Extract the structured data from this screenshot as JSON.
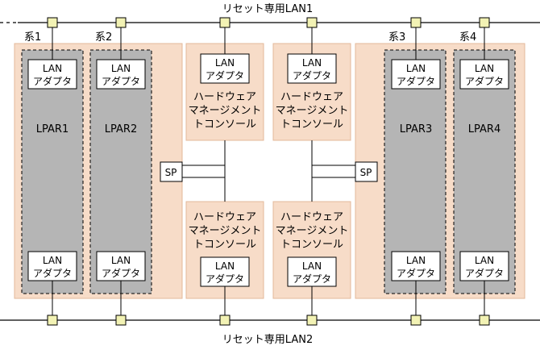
{
  "lan_top_label": "リセット専用LAN1",
  "lan_bottom_label": "リセット専用LAN2",
  "systems": [
    "系1",
    "系2",
    "系3",
    "系4"
  ],
  "lpars": [
    "LPAR1",
    "LPAR2",
    "LPAR3",
    "LPAR4"
  ],
  "lan_adapter": {
    "line1": "LAN",
    "line2": "アダプタ"
  },
  "hmc": {
    "line1": "ハードウェア",
    "line2": "マネージメント",
    "line3": "トコンソール"
  },
  "sp_label": "SP",
  "colors": {
    "server_fill": "#f7dcc8",
    "lpar_fill": "#b5b5b5",
    "connector_fill": "#f2f2b4"
  }
}
